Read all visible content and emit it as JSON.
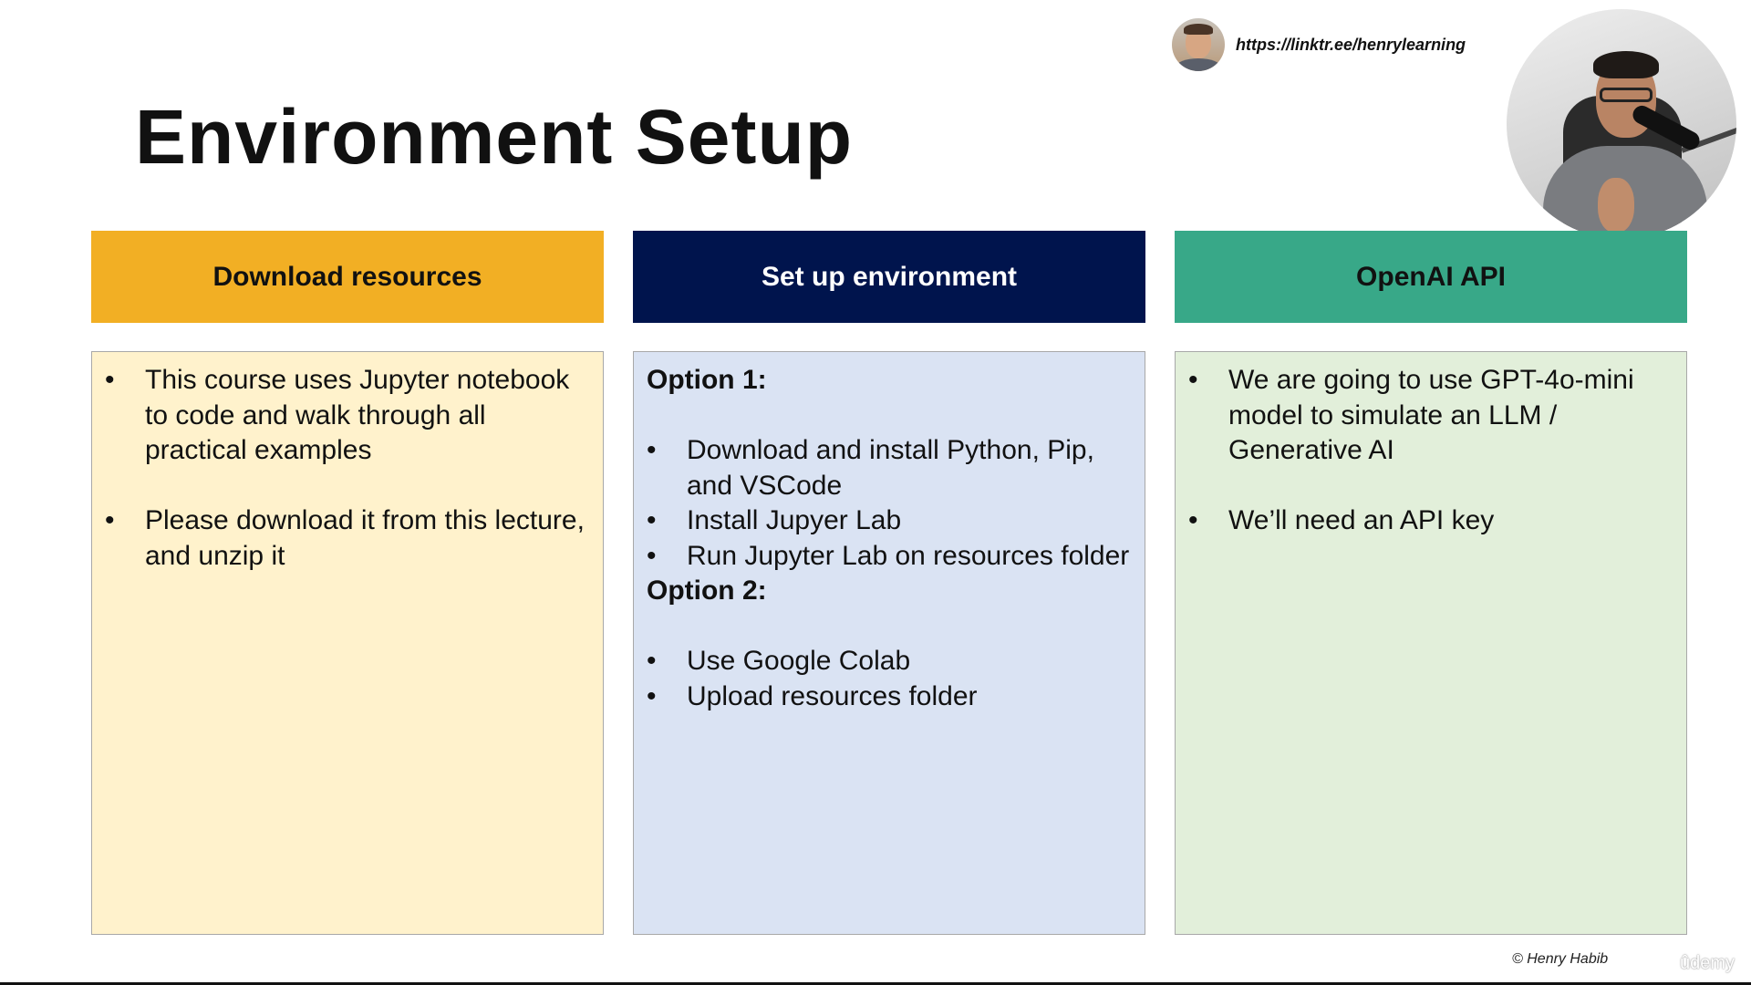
{
  "slide": {
    "title": "Environment Setup",
    "link": "https://linktr.ee/henrylearning",
    "copyright": "© Henry Habib",
    "brand": "ûdemy"
  },
  "columns": [
    {
      "header": "Download resources",
      "header_color": "#F2AF24",
      "header_text_color": "#111111",
      "body_color": "#FFF2CC",
      "bullets": [
        "This course uses Jupyter notebook to code and walk through all practical examples",
        "Please download it from this lecture, and unzip it"
      ]
    },
    {
      "header": "Set up environment",
      "header_color": "#00144D",
      "header_text_color": "#FFFFFF",
      "body_color": "#DAE3F3",
      "option1_label": "Option 1:",
      "option1_bullets": [
        "Download and install Python, Pip, and VSCode",
        "Install Jupyer Lab",
        "Run Jupyter Lab on resources folder"
      ],
      "option2_label": "Option 2:",
      "option2_bullets": [
        "Use Google Colab",
        "Upload resources folder"
      ]
    },
    {
      "header": "OpenAI API",
      "header_color": "#38A888",
      "header_text_color": "#111111",
      "body_color": "#E2EFDA",
      "bullets": [
        "We are going to use GPT-4o-mini model to simulate an LLM / Generative AI",
        "We’ll need an API key"
      ]
    }
  ]
}
